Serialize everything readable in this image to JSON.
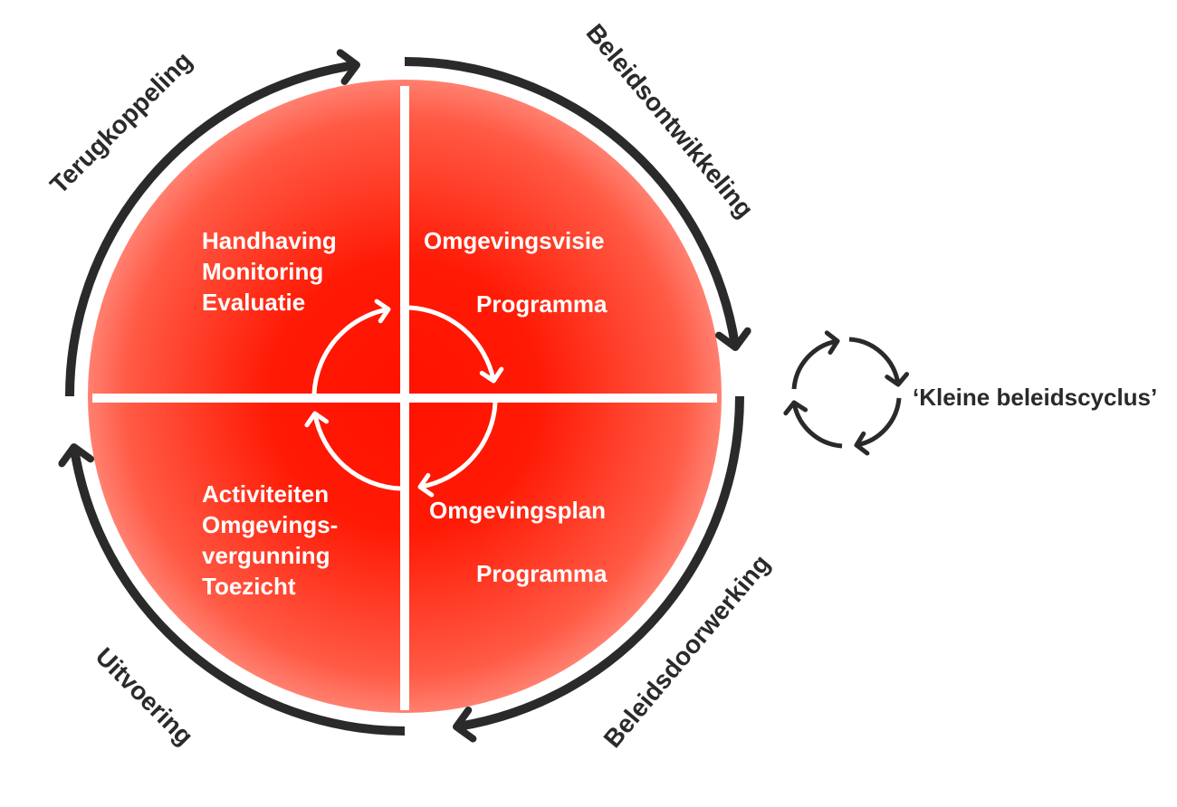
{
  "outer_labels": {
    "top_left": "Terugkoppeling",
    "top_right": "Beleidsontwikkeling",
    "bottom_right": "Beleidsdoorwerking",
    "bottom_left": "Uitvoering"
  },
  "quadrants": {
    "top_left": [
      "Handhaving",
      "Monitoring",
      "Evaluatie"
    ],
    "top_right": [
      "Omgevingsvisie",
      "Programma"
    ],
    "bottom_right": [
      "Omgevingsplan",
      "Programma"
    ],
    "bottom_left": [
      "Activiteiten",
      "Omgevings-",
      "vergunning",
      "Toezicht"
    ]
  },
  "legend": {
    "small_cycle_label": "‘Kleine beleidscyclus’"
  },
  "colors": {
    "accent": "#ff1200",
    "ink": "#2a2a2a"
  }
}
